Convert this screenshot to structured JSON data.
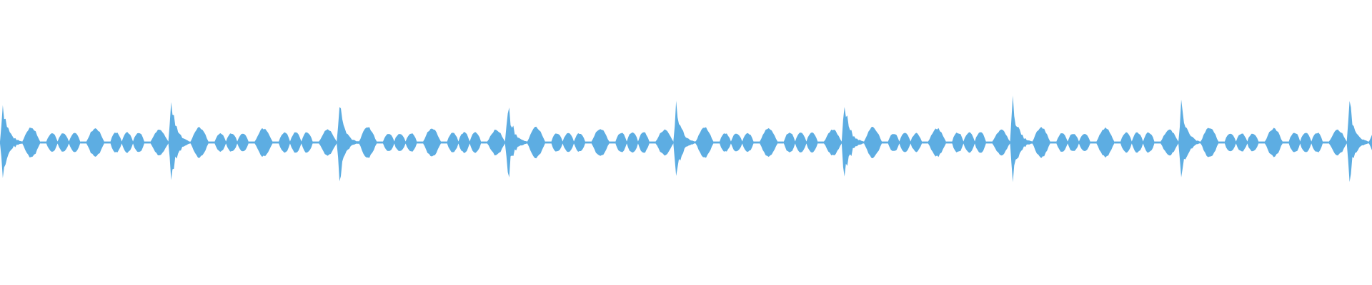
{
  "waveform": {
    "color": "#5dade2",
    "background": "#ffffff",
    "pattern": {
      "beat_count": 9,
      "segments_per_beat": [
        {
          "kind": "burst",
          "amplitude": 0.95
        },
        {
          "kind": "pod",
          "amplitude": 0.36
        },
        {
          "kind": "gap",
          "amplitude": 0.04
        },
        {
          "kind": "chain",
          "amplitude": 0.22,
          "pieces": 3
        },
        {
          "kind": "gap",
          "amplitude": 0.04
        },
        {
          "kind": "pod",
          "amplitude": 0.34
        },
        {
          "kind": "gap",
          "amplitude": 0.04
        },
        {
          "kind": "chain",
          "amplitude": 0.24,
          "pieces": 3
        },
        {
          "kind": "gap",
          "amplitude": 0.04
        },
        {
          "kind": "pod",
          "amplitude": 0.3
        }
      ]
    }
  }
}
